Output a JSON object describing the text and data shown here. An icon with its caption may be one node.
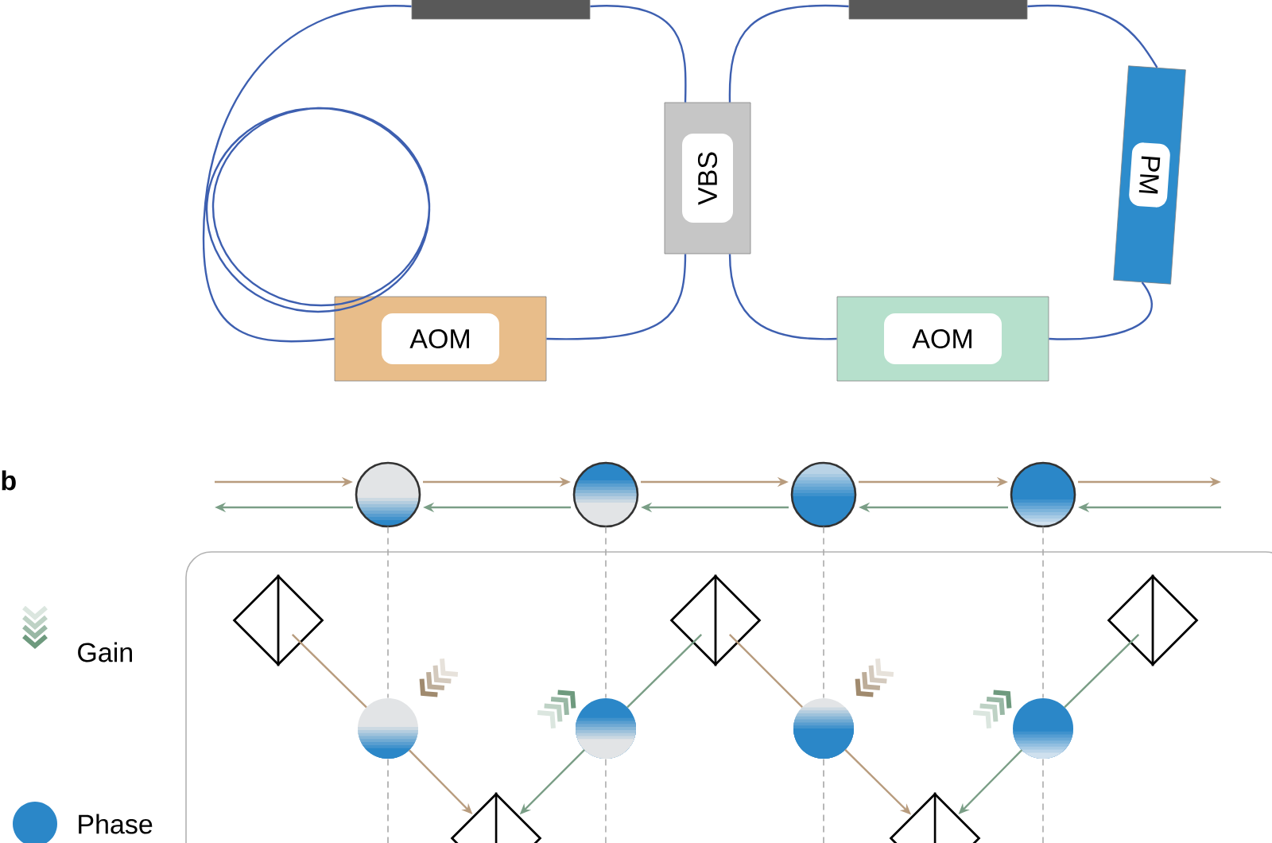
{
  "diagram": {
    "nodes": [
      {
        "text": [],
        "shape": "box"
      },
      {
        "text": [],
        "shape": "box"
      },
      {
        "text": [
          "VBS"
        ]
      },
      {
        "text": [
          "PM"
        ]
      },
      {
        "text": [
          "AOM"
        ]
      },
      {
        "text": [
          "AOM"
        ]
      },
      {
        "text": [],
        "shape": "circle"
      },
      {
        "text": [],
        "shape": "circle"
      },
      {
        "text": [],
        "shape": "circle"
      },
      {
        "text": [],
        "shape": "circle"
      },
      {
        "text": [],
        "shape": "box"
      },
      {
        "text": [],
        "shape": "diamond",
        "in": 10
      },
      {
        "text": [],
        "shape": "diamond",
        "in": 10
      },
      {
        "text": [],
        "shape": "diamond",
        "in": 10
      },
      {
        "text": [],
        "shape": "circle",
        "in": 10
      },
      {
        "text": [],
        "shape": "circle",
        "in": 10
      },
      {
        "text": [],
        "shape": "circle",
        "in": 10
      },
      {
        "text": [],
        "shape": "circle",
        "in": 10
      },
      {
        "text": [],
        "shape": "diamond",
        "in": 10
      },
      {
        "text": [],
        "shape": "diamond",
        "in": 10
      }
    ],
    "edges": [
      {
        "from": 0,
        "to": 2,
        "arrow": "none",
        "color": "#3d5fb0"
      },
      {
        "from": 0,
        "to": 4,
        "arrow": "none",
        "color": "#3d5fb0"
      },
      {
        "from": 4,
        "to": 2,
        "arrow": "none",
        "color": "#3d5fb0"
      },
      {
        "from": 2,
        "to": 1,
        "arrow": "none",
        "color": "#3d5fb0"
      },
      {
        "from": 1,
        "to": 3,
        "arrow": "none",
        "color": "#3d5fb0"
      },
      {
        "from": 3,
        "to": 5,
        "arrow": "none",
        "color": "#3d5fb0"
      },
      {
        "from": 5,
        "to": 2,
        "arrow": "none",
        "color": "#3d5fb0"
      },
      {
        "from": null,
        "to": 6,
        "arrow": "to",
        "color": "#b89c7e"
      },
      {
        "from": 6,
        "to": 7,
        "arrow": "to",
        "color": "#b89c7e"
      },
      {
        "from": 7,
        "to": 8,
        "arrow": "to",
        "color": "#b89c7e"
      },
      {
        "from": 8,
        "to": 9,
        "arrow": "to",
        "color": "#b89c7e"
      },
      {
        "from": 9,
        "to": null,
        "arrow": "to",
        "color": "#b89c7e"
      },
      {
        "from": 6,
        "to": null,
        "arrow": "to",
        "color": "#7a9e86"
      },
      {
        "from": 7,
        "to": 6,
        "arrow": "to",
        "color": "#7a9e86"
      },
      {
        "from": 8,
        "to": 7,
        "arrow": "to",
        "color": "#7a9e86"
      },
      {
        "from": 9,
        "to": 8,
        "arrow": "to",
        "color": "#7a9e86"
      },
      {
        "from": null,
        "to": 9,
        "arrow": "to",
        "color": "#7a9e86"
      },
      {
        "from": 6,
        "to": 14,
        "arrow": "none",
        "style": "dashed",
        "color": "#aaaaaa"
      },
      {
        "from": 7,
        "to": 15,
        "arrow": "none",
        "style": "dashed",
        "color": "#aaaaaa"
      },
      {
        "from": 8,
        "to": 16,
        "arrow": "none",
        "style": "dashed",
        "color": "#aaaaaa"
      },
      {
        "from": 9,
        "to": 17,
        "arrow": "none",
        "style": "dashed",
        "color": "#aaaaaa"
      },
      {
        "from": 11,
        "to": 14,
        "arrow": "none",
        "color": "#b89c7e"
      },
      {
        "from": 14,
        "to": 18,
        "arrow": "to",
        "color": "#b89c7e"
      },
      {
        "from": 12,
        "to": 15,
        "arrow": "none",
        "color": "#7a9e86"
      },
      {
        "from": 15,
        "to": 18,
        "arrow": "to",
        "color": "#7a9e86"
      },
      {
        "from": 12,
        "to": 16,
        "arrow": "none",
        "color": "#b89c7e"
      },
      {
        "from": 16,
        "to": 19,
        "arrow": "to",
        "color": "#b89c7e"
      },
      {
        "from": 13,
        "to": 17,
        "arrow": "none",
        "color": "#7a9e86"
      },
      {
        "from": 17,
        "to": 19,
        "arrow": "to",
        "color": "#7a9e86"
      }
    ],
    "labels": [
      "b"
    ],
    "legend": [
      {
        "text": "Gain"
      },
      {
        "text": "Phase",
        "color": "#2b87c8"
      }
    ]
  }
}
